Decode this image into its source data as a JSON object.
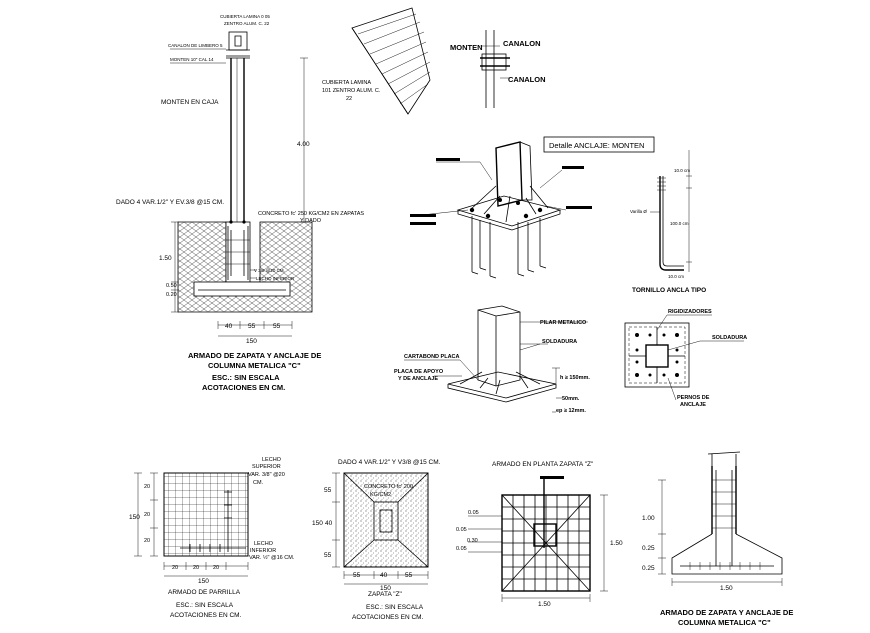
{
  "columna": {
    "cubierta_top": "CUBIERTA LAMINA 0 05",
    "cubierta_top2": "ZENTRO ALUM. C. 22",
    "canalon_lim": "CANALON DE LIMBERO 5",
    "canalon_lim_n": "5",
    "monten_cal": "MONTEN 10\" CAL 14",
    "monten_caja": "MONTEN EN CAJA",
    "alto": "4.00",
    "dado": "DADO 4 VAR.1/2\" Y EV.3/8 @15 CM.",
    "concreto": "CONCRETO fc' 250 KG/CM2 EN ZAPATAS",
    "ydado": "Y DADO",
    "v_cm": "V 3/8 @20 CM.",
    "lecho_inf": "LECHO INFERIOR",
    "dim_150": "1.50",
    "dim_050": "0.50",
    "dim_020": "0.20",
    "dims_bottom": [
      "40",
      "55",
      "55"
    ],
    "total_bottom": "150",
    "title1": "ARMADO DE ZAPATA Y ANCLAJE DE",
    "title2": "COLUMNA METALICA \"C\"",
    "esc": "ESC.: SIN ESCALA",
    "acot": "ACOTACIONES EN CM."
  },
  "cubierta": {
    "label1": "CUBIERTA LAMINA",
    "label2": "101 ZENTRO ALUM. C.",
    "label3": "22"
  },
  "monten_det": {
    "monten": "MONTEN",
    "canalon1": "CANALON",
    "canalon2": "CANALON"
  },
  "anclaje": {
    "title": "Detalle ANCLAJE: MONTEN",
    "pilar": "PILAR METALICO",
    "soldadura": "SOLDADURA",
    "cartabon": "CARTABOND PLACA",
    "placa1": "PLACA DE APOYO",
    "placa2": "Y DE ANCLAJE",
    "h": "h ≥ 150mm.",
    "mm50": "50mm.",
    "ep": "ep ≥ 12mm."
  },
  "tornillo": {
    "d1": "10.0 cm",
    "d2": "100.0 cm",
    "d3": "10.0 cm",
    "varilla": "Varilla Ø",
    "title": "TORNILLO ANCLA TIPO"
  },
  "plano_anclaje": {
    "rigidizadores": "RIGIDIZADORES",
    "soldadura": "SOLDADURA",
    "pernos1": "PERNOS DE",
    "pernos2": "ANCLAJE"
  },
  "parrilla": {
    "lecho_sup": "LECHO",
    "lecho_sup2": "SUPERIOR",
    "var_sup": "VAR. 3/8\" @20",
    "cm": "CM.",
    "lecho_inf": "LECHO",
    "lecho_inf2": "INFERIOR",
    "var_inf": "VAR. ½\" @16 CM.",
    "dims_left": [
      "20",
      "20",
      "20"
    ],
    "total_left": "150",
    "dims_bottom": [
      "20",
      "20",
      "20"
    ],
    "total_bottom": "150",
    "title": "ARMADO DE PARRILLA",
    "esc": "ESC.: SIN ESCALA",
    "acot": "ACOTACIONES EN CM."
  },
  "zapata_z": {
    "dado": "DADO 4 VAR.1/2\" Y V3/8 @15 CM.",
    "concreto": "CONCRETO fc' 200",
    "kg": "KG/CM2",
    "dims_left": [
      "55",
      "40",
      "55"
    ],
    "total_left": "150",
    "dims_bottom": [
      "55",
      "40",
      "55"
    ],
    "total_bottom": "150",
    "title": "ZAPATA \"Z\"",
    "esc": "ESC.: SIN ESCALA",
    "acot": "ACOTACIONES EN CM."
  },
  "armado_planta": {
    "title": "ARMADO EN PLANTA ZAPATA \"Z\"",
    "dims_left": [
      "0.05",
      "0.05",
      "0.30",
      "0.05"
    ],
    "dim_150_right": "1.50",
    "dim_150_bottom": "1.50"
  },
  "seccion": {
    "d100": "1.00",
    "d025a": "0.25",
    "d025b": "0.25",
    "d150": "1.50",
    "title1": "ARMADO DE ZAPATA Y ANCLAJE DE",
    "title2": "COLUMNA METALICA \"C\""
  }
}
